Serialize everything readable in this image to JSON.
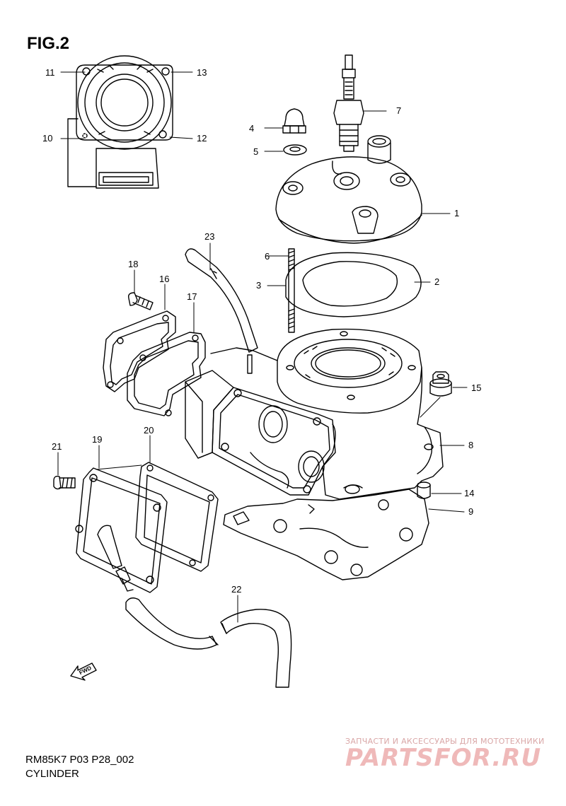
{
  "figure": {
    "title": "FIG.2",
    "model_code": "RM85K7 P03 P28_002",
    "section_name": "CYLINDER"
  },
  "watermark": {
    "caption": "ЗАПЧАСТИ И АКСЕССУАРЫ ДЛЯ МОТОТЕХНИКИ",
    "logo": "PARTSFOR.RU"
  },
  "fwd_marker": "FWD",
  "callouts": [
    "1",
    "2",
    "3",
    "4",
    "5",
    "6",
    "7",
    "8",
    "9",
    "10",
    "11",
    "12",
    "13",
    "14",
    "15",
    "16",
    "17",
    "18",
    "19",
    "20",
    "21",
    "22",
    "23"
  ],
  "colors": {
    "line": "#000000",
    "watermark": "#e8a8a8"
  }
}
